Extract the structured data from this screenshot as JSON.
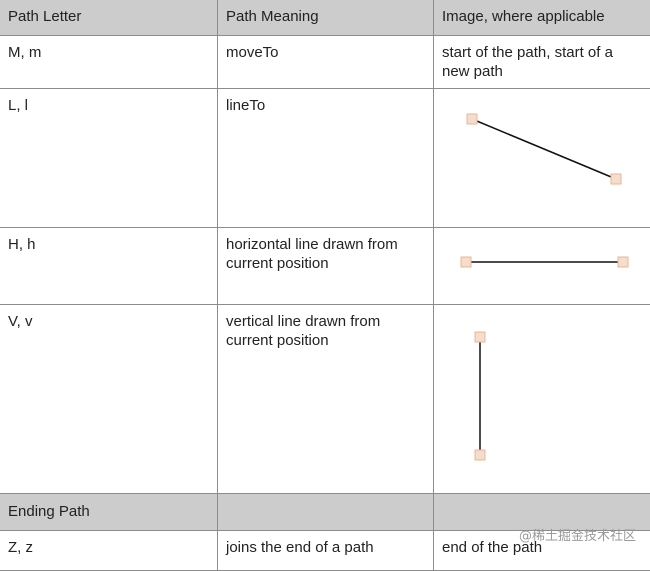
{
  "columns": [
    "Path Letter",
    "Path Meaning",
    "Image, where applicable"
  ],
  "rows": [
    {
      "letter": "M, m",
      "meaning": "moveTo",
      "image_text": "start of the path, start of a new path"
    },
    {
      "letter": "L, l",
      "meaning": "lineTo",
      "image": "diagonal-line-icon"
    },
    {
      "letter": "H, h",
      "meaning": "horizontal line drawn from current position",
      "image": "horizontal-line-icon"
    },
    {
      "letter": "V, v",
      "meaning": "vertical line drawn from current position",
      "image": "vertical-line-icon"
    }
  ],
  "section": {
    "label": "Ending Path"
  },
  "partial_row": {
    "letter": "Z, z",
    "meaning": "joins the end of a path",
    "image_text": "end of the path"
  },
  "watermark": "@稀土掘金技术社区",
  "colors": {
    "border": "#8c8c8c",
    "header_bg": "#cccccc",
    "handle_fill": "#f6dccb",
    "handle_stroke": "#e7b79a",
    "line": "#111111"
  }
}
